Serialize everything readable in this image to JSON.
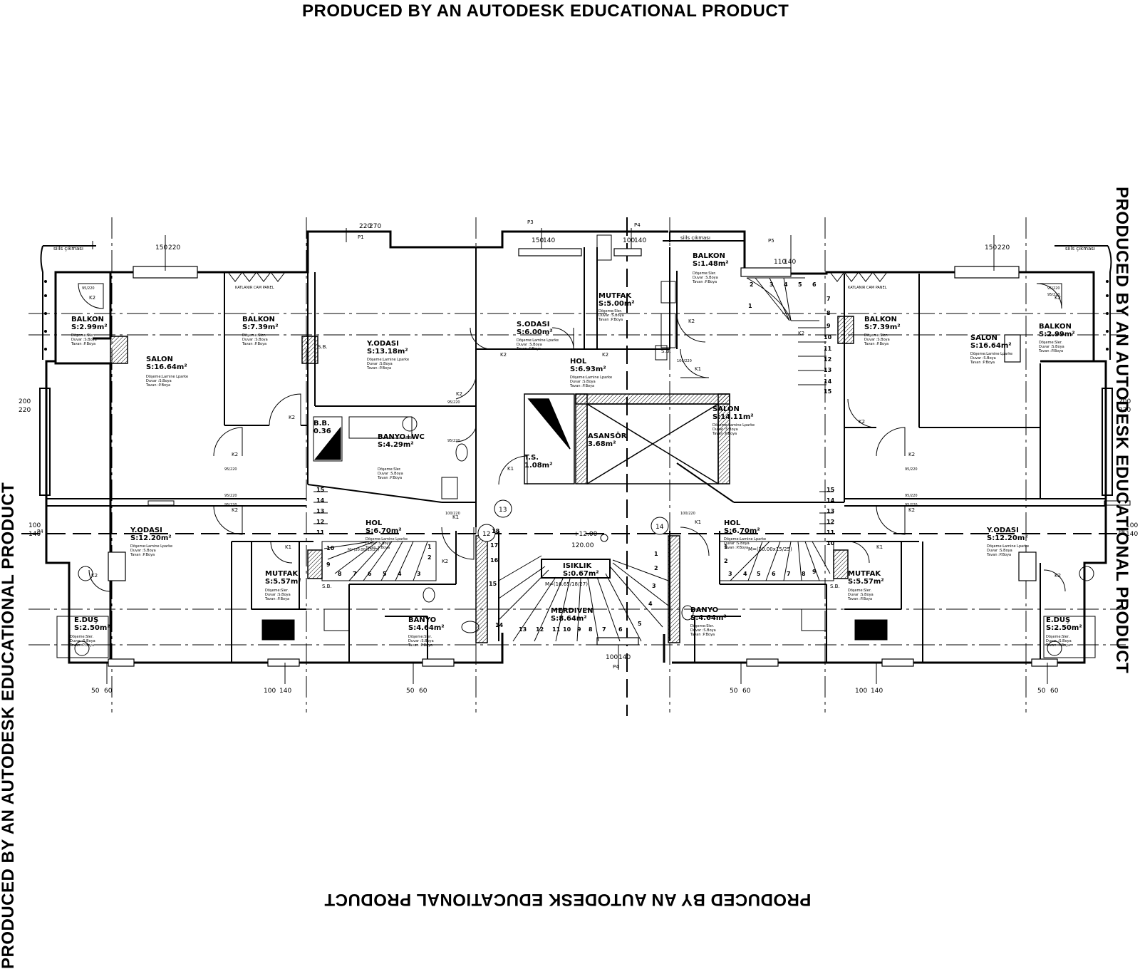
{
  "watermark": {
    "top": "PRODUCED BY AN AUTODESK EDUCATIONAL PRODUCT",
    "bottom": "PRODUCED BY AN AUTODESK EDUCATIONAL PRODUCT",
    "left": "PRODUCED BY AN AUTODESK EDUCATIONAL PRODUCT",
    "right": "PRODUCED BY AN AUTODESK EDUCATIONAL PRODUCT"
  },
  "rooms": [
    {
      "name": "BALKON",
      "area": "S:2.99m²"
    },
    {
      "name": "BALKON",
      "area": "S:7.39m²"
    },
    {
      "name": "SALON",
      "area": "S:16.64m²"
    },
    {
      "name": "Y.ODASI",
      "area": "S:13.18m²"
    },
    {
      "name": "S.ODASI",
      "area": "S:6.00m²"
    },
    {
      "name": "MUTFAK",
      "area": "S:5.00m²"
    },
    {
      "name": "BALKON",
      "area": "S:1.48m²"
    },
    {
      "name": "HOL",
      "area": "S:6.93m²"
    },
    {
      "name": "SALON",
      "area": "S:14.11m²"
    },
    {
      "name": "BALKON",
      "area": "S:7.39m²"
    },
    {
      "name": "BALKON",
      "area": "S:2.99m²"
    },
    {
      "name": "SALON",
      "area": "S:16.64m²"
    },
    {
      "name": "B.B.",
      "area": "0.36"
    },
    {
      "name": "BANYO+WC",
      "area": "S:4.29m²"
    },
    {
      "name": "T.S.",
      "area": "1.08m²"
    },
    {
      "name": "ASANSÖR",
      "area": "3.68m²"
    },
    {
      "name": "Y.ODASI",
      "area": "S:12.20m²"
    },
    {
      "name": "HOL",
      "area": "S:6.70m²"
    },
    {
      "name": "MUTFAK",
      "area": "S:5.57m²"
    },
    {
      "name": "E.DUŞ",
      "area": "S:2.50m²"
    },
    {
      "name": "BANYO",
      "area": "S:4.64m²"
    },
    {
      "name": "ISIKLIK",
      "area": "S:0.67m²"
    },
    {
      "name": "MERDIVEN",
      "area": "S:8.64m²"
    },
    {
      "name": "HOL",
      "area": "S:6.70m²"
    },
    {
      "name": "BANYO",
      "area": "S:4.64m²"
    },
    {
      "name": "MUTFAK",
      "area": "S:5.57m²"
    },
    {
      "name": "Y.ODASI",
      "area": "S:12.20m²"
    },
    {
      "name": "E.DUŞ",
      "area": "S:2.50m²"
    }
  ],
  "finish_note": {
    "line1": "Döşeme:Lamine Lparke",
    "line2": "Duvar   :S.Boya",
    "line3": "Tavan   :P.Boya"
  },
  "finish_note_wet": {
    "line1": "Döşeme:Sler.",
    "line2": "Duvar   :S.Boya",
    "line3": "Tavan   :P.Boya"
  },
  "labels": {
    "sils_left": "siils çıkması",
    "sils_mid": "siils çıkması",
    "sils_right": "siils çıkması",
    "katlanir_left": "KATLANIR CAM PANEL",
    "katlanir_right": "KATLANIR CAM PANEL",
    "elevation_1": "+12.00",
    "elevation_2": "120.00",
    "stair_left": "M=(20.00x15/25)",
    "stair_mid": "M=(16.65/18/27)",
    "stair_right": "M=(20.00x15/25)",
    "axis_12": "12",
    "axis_13": "13",
    "axis_14": "14",
    "p1": "P1",
    "p3": "P3",
    "p4_top": "P4",
    "p5": "P5",
    "p4_bottom": "P4",
    "p4_left": "P4",
    "p4_right": "P4"
  },
  "door_tags": [
    "K2",
    "K2",
    "K2",
    "K2",
    "K2",
    "K2",
    "K2",
    "K2",
    "K2",
    "K2",
    "K1",
    "K1",
    "K1",
    "K1",
    "K1",
    "K1",
    "K2",
    "K2",
    "K2",
    "K2",
    "K2",
    "K2"
  ],
  "door_sizes": [
    "95/220",
    "95/220",
    "95/220",
    "95/220",
    "95/220",
    "95/220",
    "95/220",
    "95/220",
    "100/220",
    "100/220",
    "100/220",
    "95/220",
    "95/220",
    "95/220"
  ],
  "window_dims": {
    "w1": [
      "150",
      "220"
    ],
    "w2": [
      "220",
      "270"
    ],
    "w3": [
      "150",
      "140"
    ],
    "w4": [
      "100",
      "140"
    ],
    "w5": [
      "110",
      "140"
    ],
    "w6": [
      "150",
      "220"
    ],
    "w7": [
      "200",
      "220"
    ],
    "w8": [
      "100",
      "140"
    ],
    "w9": [
      "200",
      "220"
    ],
    "w10": [
      "100",
      "140"
    ]
  },
  "bottom_dims": [
    [
      "50",
      "60"
    ],
    [
      "100",
      "140"
    ],
    [
      "50",
      "60"
    ],
    [
      "100",
      "140"
    ],
    [
      "50",
      "60"
    ],
    [
      "100",
      "140"
    ],
    [
      "50",
      "60"
    ]
  ],
  "stair_numbers_left": [
    "15",
    "14",
    "13",
    "12",
    "11",
    "10",
    "9",
    "8",
    "7",
    "6",
    "5",
    "4",
    "3",
    "2",
    "1"
  ],
  "stair_numbers_mid": [
    "18",
    "17",
    "16",
    "15",
    "14",
    "13",
    "12",
    "11",
    "10",
    "9",
    "8",
    "7",
    "6",
    "5",
    "4",
    "3",
    "2",
    "1"
  ],
  "stair_numbers_right_upper": [
    "1",
    "2",
    "3",
    "4",
    "5",
    "6",
    "7",
    "8",
    "9",
    "10",
    "11",
    "12",
    "13",
    "14",
    "15"
  ],
  "stair_numbers_right_lower": [
    "15",
    "14",
    "13",
    "12",
    "11",
    "10",
    "9",
    "8",
    "7",
    "6",
    "5",
    "4",
    "3",
    "2",
    "1"
  ],
  "sb_label": "S.B."
}
